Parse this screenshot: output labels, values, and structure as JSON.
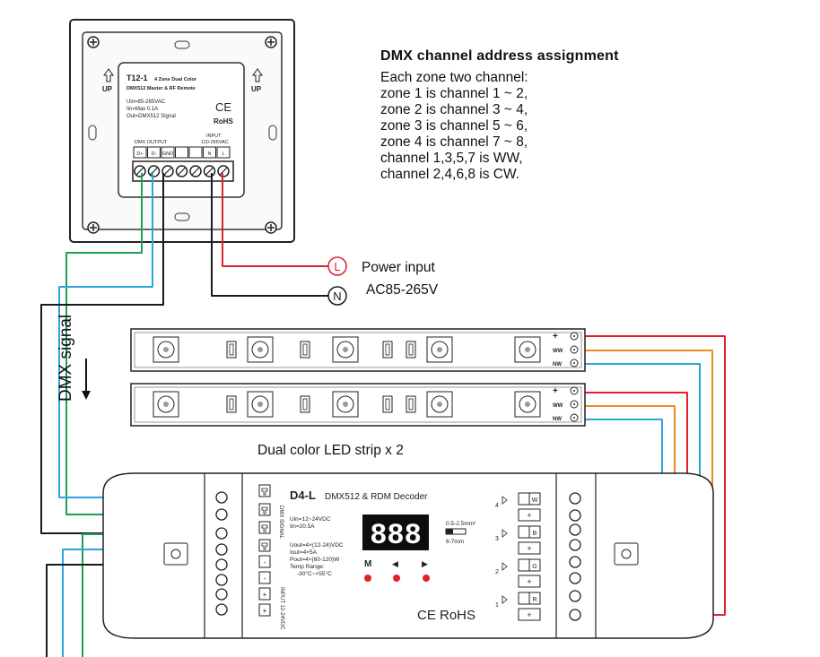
{
  "notes": {
    "title": "DMX channel address assignment",
    "lines": [
      "Each zone two channel:",
      "zone 1 is channel 1 ~ 2,",
      "zone 2 is channel 3 ~ 4,",
      "zone 3 is channel 5 ~ 6,",
      "zone 4 is channel 7 ~ 8,",
      "channel 1,3,5,7 is WW,",
      "channel 2,4,6,8 is CW."
    ]
  },
  "power": {
    "line1": "Power input",
    "line2": "AC85-265V",
    "live_symbol": "L",
    "neutral_symbol": "N"
  },
  "panel": {
    "model": "T12-1",
    "subtitle": "4 Zone Dual Color",
    "desc": "DMX512 Master & RF Remote",
    "spec1": "Uin=85-265VAC",
    "spec2": "Iin=Max 0.1A",
    "spec3": "Out=DMX512 Signal",
    "ce": "CE",
    "rohs": "RoHS",
    "up_label": "UP",
    "dmx_output_label": "DMX OUTPUT",
    "input_label1": "INPUT",
    "input_label2": "110-265VAC",
    "terminals": [
      "D+",
      "D-",
      "GND",
      "",
      "",
      "N",
      "L"
    ]
  },
  "strips": {
    "caption": "Dual color LED strip x 2",
    "terminal_plus": "+",
    "terminal_ww": "WW",
    "terminal_nw": "NW"
  },
  "dmx_signal_label": "DMX signal",
  "decoder": {
    "model": "D4-L",
    "title": "DMX512 & RDM Decoder",
    "spec_uin": "Uin=12~24VDC",
    "spec_iin": "Iin=20.5A",
    "spec_uout": "Uout=4×(12-24)VDC",
    "spec_iout": "Iout=4×5A",
    "spec_pout": "Pout=4×(60-120)W",
    "spec_temp1": "Temp Range:",
    "spec_temp2": "-30°C~+55°C",
    "display": "888",
    "btn_m": "M",
    "btn_left": "◀",
    "btn_right": "▶",
    "wire_size1": "0.5-2.5mm²",
    "wire_size2": "6-7mm",
    "ce_rohs": "CE RoHS",
    "input_label": "INPUT 12-24VDC",
    "dmx_label": "DMX SIGNAL",
    "zones": [
      "4",
      "3",
      "2",
      "1"
    ],
    "zone_terms": [
      "W",
      "B",
      "G",
      "R"
    ],
    "plus": "+",
    "minus": "-"
  },
  "colors": {
    "wire_red": "#e0202a",
    "wire_orange": "#e8901e",
    "wire_blue": "#2aa6dc",
    "wire_green": "#1f9e5a",
    "wire_black": "#1a1a1a"
  }
}
